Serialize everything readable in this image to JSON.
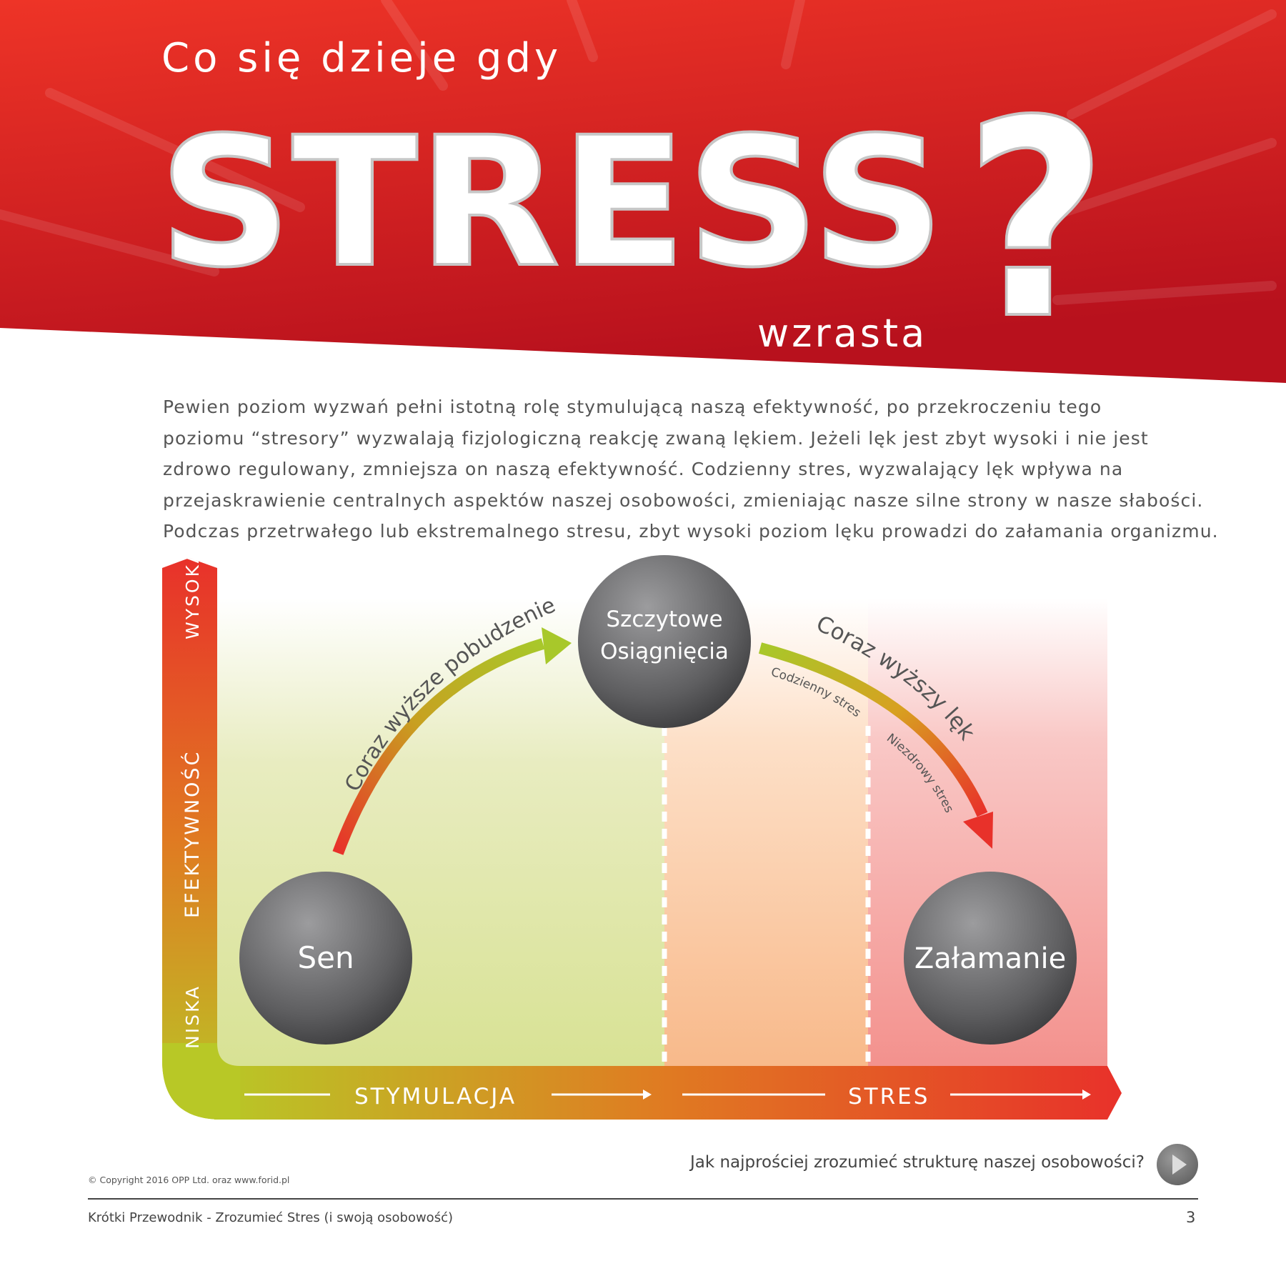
{
  "header": {
    "pre_title": "Co się dzieje gdy",
    "title": "STRESS",
    "question_mark": "?",
    "post_title": "wzrasta"
  },
  "body_lines": [
    "Pewien poziom wyzwań pełni istotną rolę stymulującą naszą efektywność, po przekroczeniu tego",
    "poziomu “stresory”  wyzwalają fizjologiczną reakcję zwaną lękiem. Jeżeli lęk jest zbyt wysoki i nie jest",
    "zdrowo regulowany, zmniejsza on naszą efektywność. Codzienny stres, wyzwalający lęk wpływa na",
    "przejaskrawienie centralnych aspektów naszej osobowości, zmieniając nasze silne strony w nasze słabości.",
    "Podczas przetrwałego lub ekstremalnego stresu, zbyt wysoki poziom lęku prowadzi do załamania organizmu."
  ],
  "diagram": {
    "y_axis": {
      "high": "WYSOKA",
      "label": "EFEKTYWNOŚĆ",
      "low": "NISKA"
    },
    "x_axis": {
      "left": "STYMULACJA",
      "right": "STRES"
    },
    "nodes": {
      "sleep": "Sen",
      "peak_1": "Szczytowe",
      "peak_2": "Osiągnięcia",
      "breakdown": "Załamanie"
    },
    "arrows": {
      "rising": "Coraz wyższe pobudzenie",
      "falling": "Coraz wyższy lęk"
    },
    "zones": {
      "daily": "Codzienny stres",
      "unhealthy": "Niezdrowy stres"
    },
    "colors": {
      "green": "#b8c826",
      "orange": "#e07a22",
      "red": "#e8312a",
      "node": "#6a6a6c"
    }
  },
  "footer": {
    "copyright": "© Copyright 2016 OPP Ltd. oraz www.forid.pl",
    "next_question": "Jak najprościej zrozumieć strukturę naszej osobowości?",
    "next_icon": "play-icon",
    "guide_title": "Krótki Przewodnik  - Zrozumieć Stres (i swoją osobowość)",
    "page_number": "3"
  }
}
